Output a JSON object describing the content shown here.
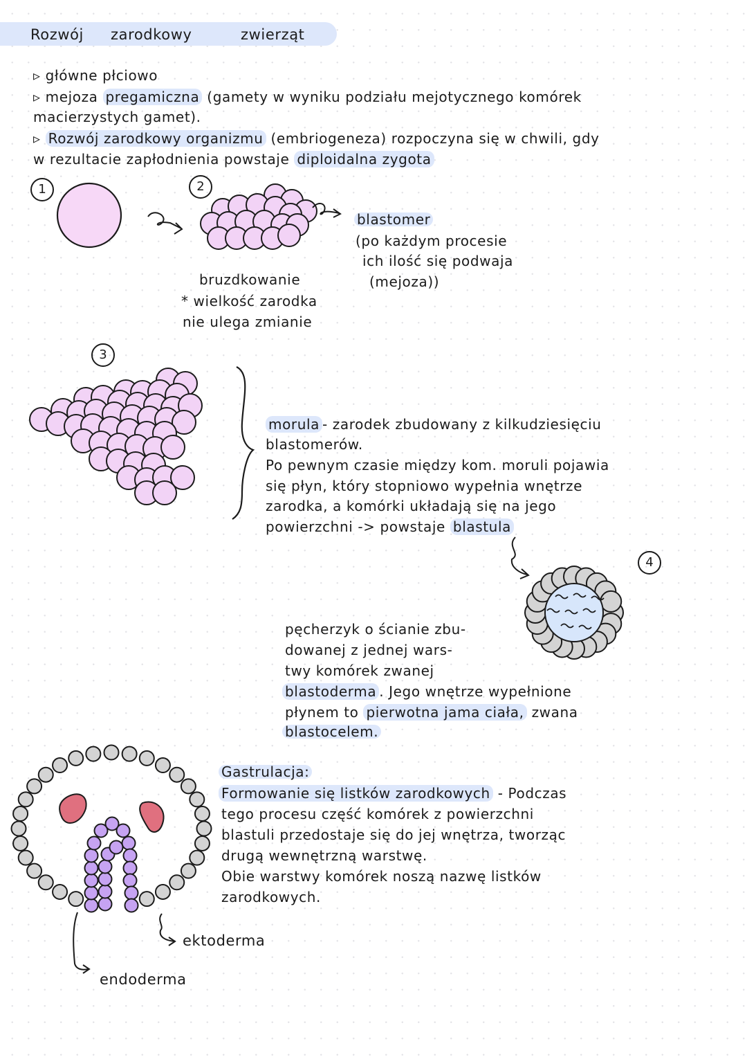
{
  "title": [
    "Rozwój",
    "zarodkowy",
    "zwierząt"
  ],
  "bullets": {
    "b1": "główne płciowo",
    "b2_a": "mejoza",
    "b2_b": "pregamiczna",
    "b2_c": "(gamety w wyniku podziału mejotycznego komórek",
    "b2_d": "macierzystych gamet).",
    "b3_a": "Rozwój zarodkowy organizmu",
    "b3_b": "(embriogeneza) rozpoczyna się w chwili, gdy",
    "b3_c": "w rezultacie zapłodnienia powstaje",
    "b3_d": "diploidalna zygota"
  },
  "stage_numbers": [
    "1",
    "2",
    "3",
    "4"
  ],
  "stage2": {
    "blastomer": "blastomer",
    "note_1": "(po każdym procesie",
    "note_2": "ich ilość się podwaja",
    "note_3": "(mejoza))",
    "label": "bruzdkowanie",
    "size_1": "* wielkość zarodka",
    "size_2": "nie ulega zmianie"
  },
  "morula": {
    "l1_a": "morula",
    "l1_b": "- zarodek zbudowany z kilkudziesięciu",
    "l2": "blastomerów.",
    "l3": "Po pewnym czasie między kom. moruli pojawia",
    "l4": "się płyn, który stopniowo wypełnia wnętrze",
    "l5": "zarodka, a komórki układają się na jego",
    "l6_a": "powierzchni -> powstaje",
    "l6_b": "blastula"
  },
  "blastula": {
    "l1": "pęcherzyk o ścianie zbu-",
    "l2": "dowanej z jednej wars-",
    "l3": "twy komórek zwanej",
    "l4_a": "blastoderma",
    "l4_b": ". Jego wnętrze wypełnione",
    "l5_a": "płynem to",
    "l5_b": "pierwotna jama ciała,",
    "l5_c": "zwana",
    "l6": "blastocelem."
  },
  "gastrulacja": {
    "title": "Gastrulacja:",
    "l1_a": "Formowanie się listków zarodkowych",
    "l1_b": "- Podczas",
    "l2": "tego procesu część komórek z powierzchni",
    "l3": "blastuli przedostaje się do jej wnętrza, tworząc",
    "l4": "drugą wewnętrzną warstwę.",
    "l5": "Obie warstwy komórek noszą nazwę listków",
    "l6": "zarodkowych."
  },
  "labels": {
    "ektoderma": "ektoderma",
    "endoderma": "endoderma"
  },
  "colors": {
    "highlight": "#dde7fb",
    "zygote": "#f7d8f7",
    "morula_cell": "#f2d3f6",
    "blastula_cell": "#d4d4d4",
    "blastocoel": "#d7e6fb",
    "mesoderm": "#e0707f",
    "endoderm_cell": "#c6a3f2"
  }
}
